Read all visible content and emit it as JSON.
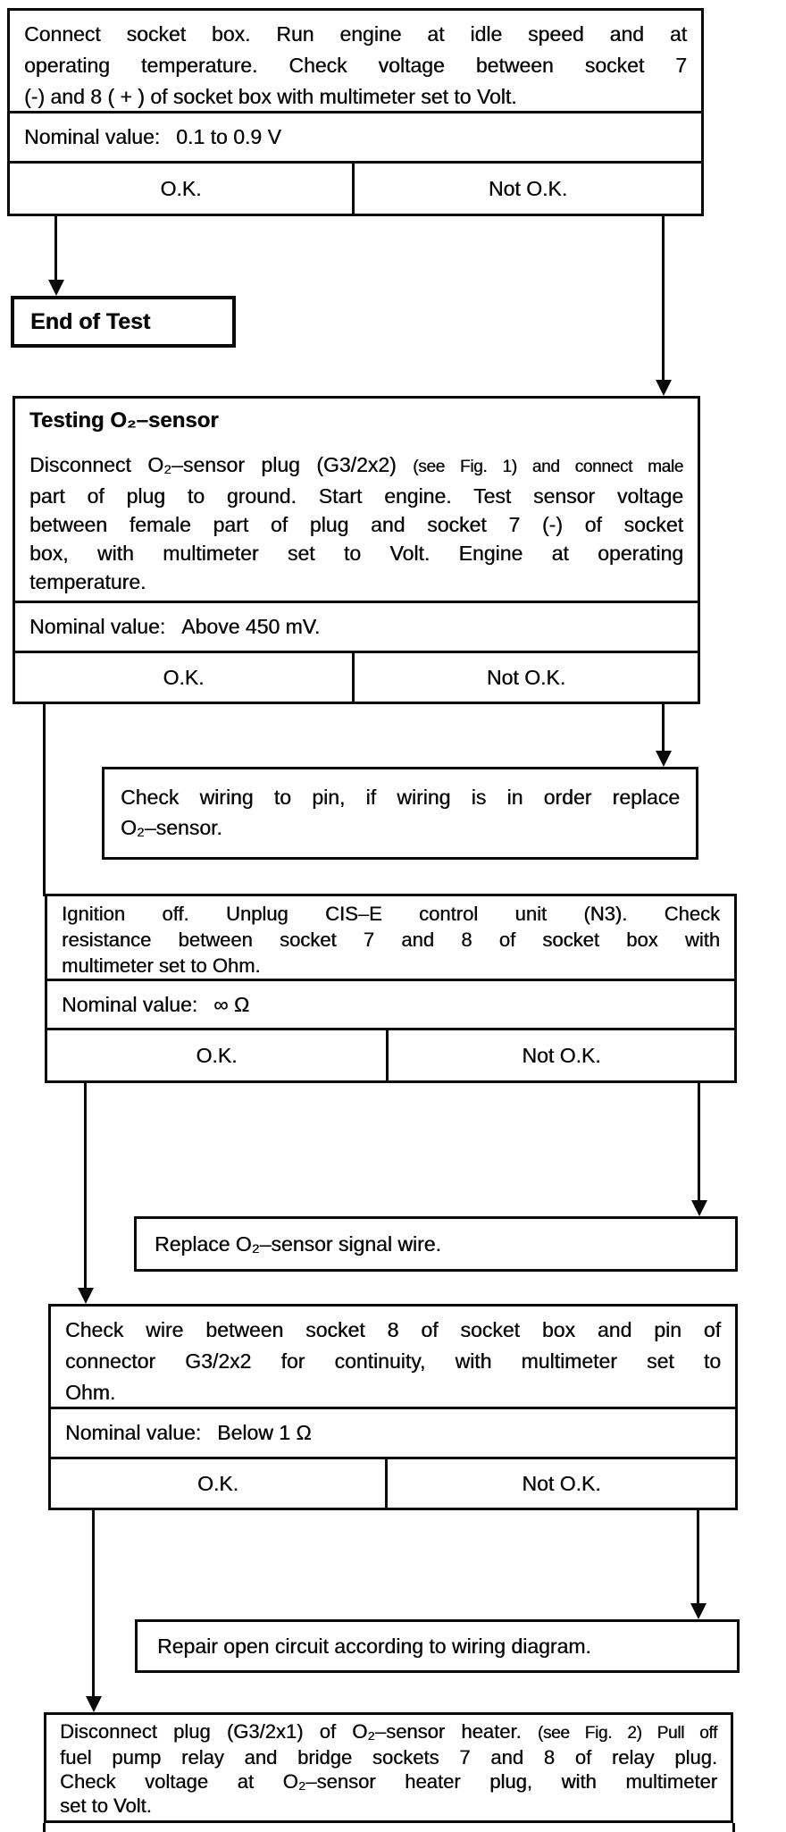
{
  "page": {
    "background": "#ffffff",
    "ink": "#0a0a0a"
  },
  "flowchart": {
    "labels": {
      "nominal_prefix": "Nominal value:",
      "ok": "O.K.",
      "not_ok": "Not O.K."
    },
    "step1": {
      "text_lines": [
        "Connect socket box. Run engine at idle speed and at",
        "operating temperature. Check voltage between socket 7",
        "(-) and 8 ( + ) of socket box with multimeter set to Volt."
      ],
      "nominal_value": "0.1 to 0.9 V"
    },
    "end_of_test": {
      "label": "End of Test"
    },
    "step2": {
      "title": "Testing O₂–sensor",
      "text_lines": [
        [
          {
            "t": "Disconnect O₂–sensor plug (G3/2x2) "
          },
          {
            "t": "(see Fig. 1) and connect male",
            "s": true
          }
        ],
        "part of plug to ground. Start engine. Test sensor voltage",
        "between female part of plug and socket 7 (-) of socket",
        "box, with multimeter set to Volt. Engine at operating",
        "temperature."
      ],
      "nominal_value": "Above 450 mV."
    },
    "action_check_wiring": {
      "text_lines": [
        "Check wiring to pin, if wiring is in order replace",
        "O₂–sensor."
      ]
    },
    "step3": {
      "text_lines": [
        "Ignition off. Unplug CIS–E control unit (N3). Check",
        "resistance between socket 7 and 8 of socket box with",
        "multimeter set to Ohm."
      ],
      "nominal_value": "∞ Ω"
    },
    "action_replace_wire": {
      "text": "Replace O₂–sensor signal wire."
    },
    "step4": {
      "text_lines": [
        "Check wire between socket 8 of socket box and pin of",
        "connector G3/2x2 for continuity, with multimeter set to",
        "Ohm."
      ],
      "nominal_value": "Below 1 Ω"
    },
    "action_repair_circuit": {
      "text": "Repair open circuit according to wiring diagram."
    },
    "step5": {
      "text_lines": [
        [
          {
            "t": "Disconnect plug (G3/2x1) of O₂–sensor heater. "
          },
          {
            "t": "(see Fig. 2) Pull off",
            "s": true
          }
        ],
        "fuel pump relay and bridge sockets 7 and 8 of relay plug.",
        "Check voltage at O₂–sensor heater plug, with multimeter",
        "set to Volt."
      ]
    }
  }
}
